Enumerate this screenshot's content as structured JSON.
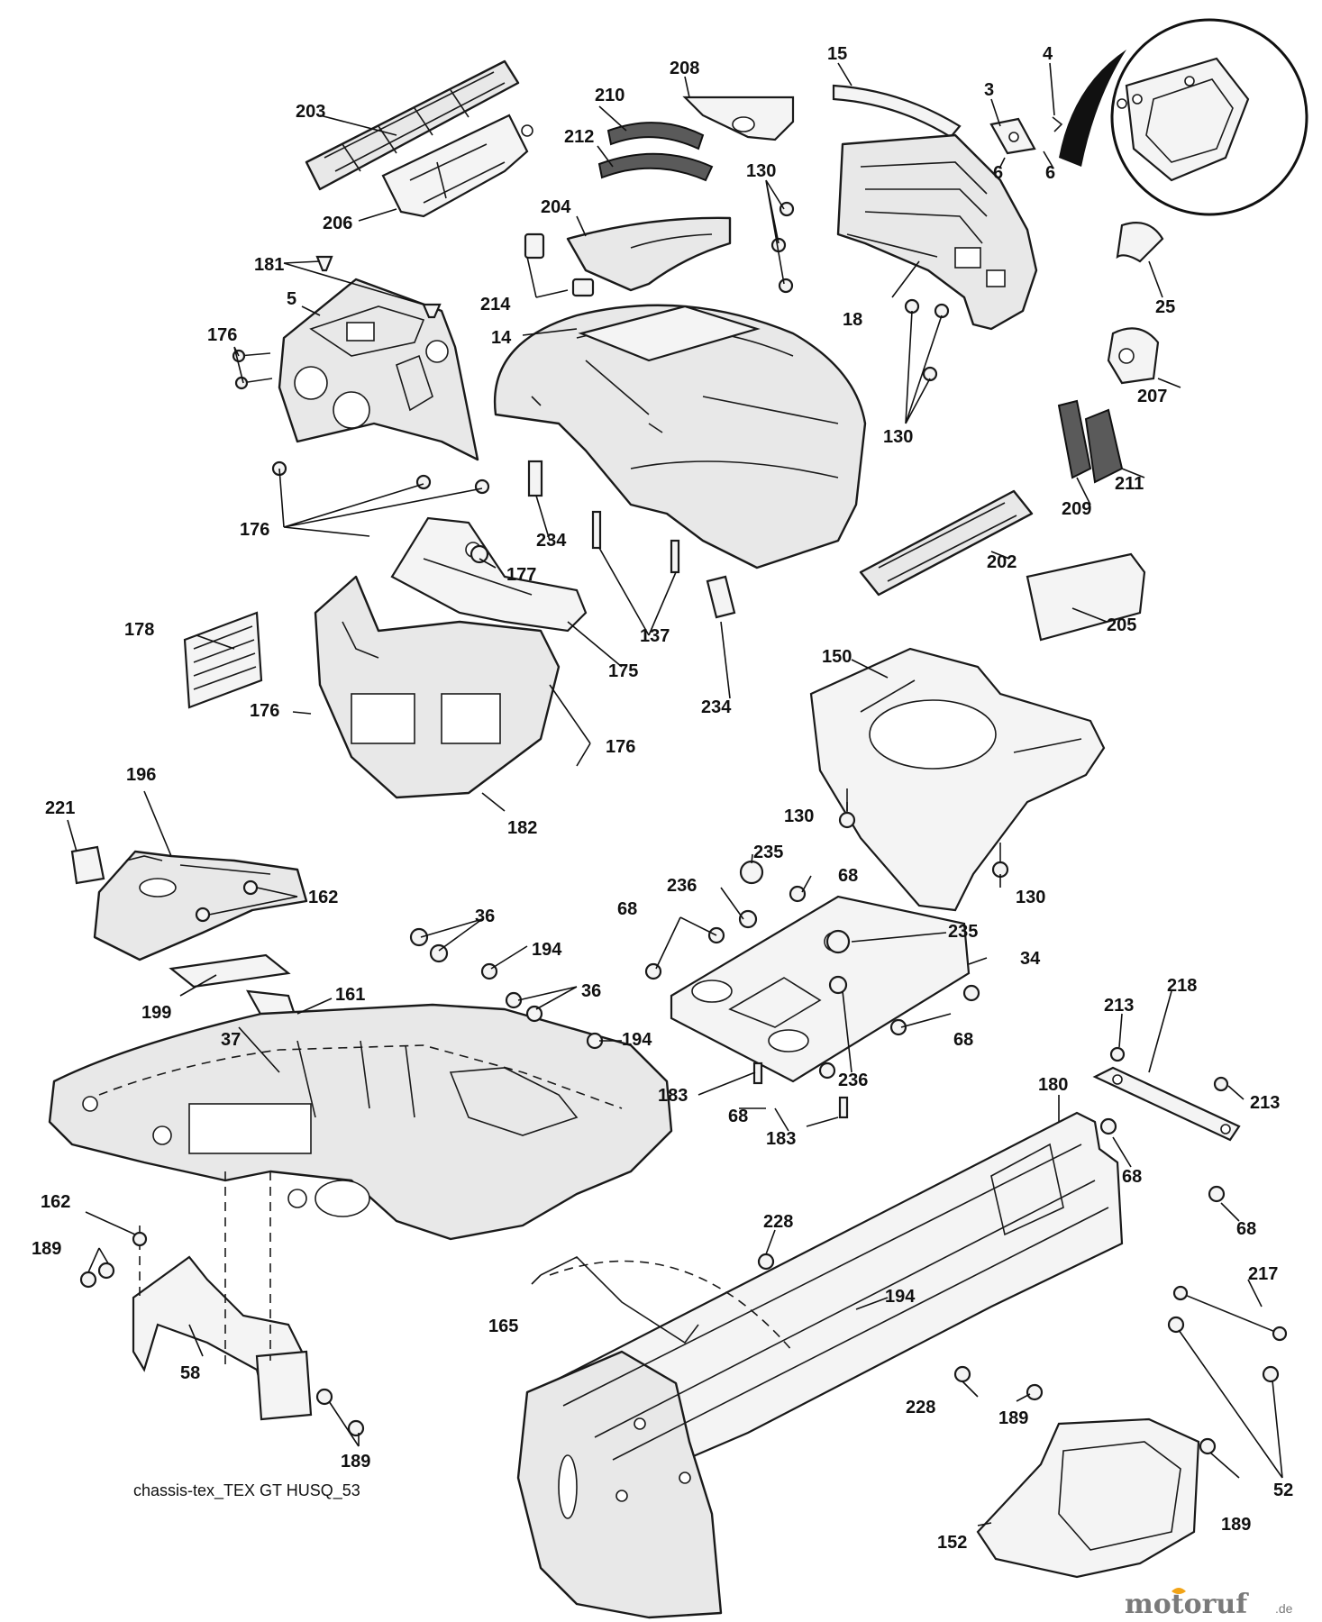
{
  "caption": "chassis-tex_TEX GT HUSQ_53",
  "watermark": {
    "name": "motoruf",
    "suffix": ".de",
    "accent_color": "#f2a417"
  },
  "callouts": {
    "c203": "203",
    "c210": "210",
    "c208": "208",
    "c15": "15",
    "c4": "4",
    "c3": "3",
    "c212": "212",
    "c130a": "130",
    "c6a": "6",
    "c6b": "6",
    "c206": "206",
    "c204": "204",
    "c181": "181",
    "c5": "5",
    "c214": "214",
    "c25": "25",
    "c18": "18",
    "c176a": "176",
    "c14": "14",
    "c207": "207",
    "c130b": "130",
    "c211": "211",
    "c209": "209",
    "c176b": "176",
    "c234a": "234",
    "c177": "177",
    "c202": "202",
    "c178": "178",
    "c137": "137",
    "c205": "205",
    "c176c": "176",
    "c175": "175",
    "c150": "150",
    "c234b": "234",
    "c176d": "176",
    "c196": "196",
    "c221": "221",
    "c182": "182",
    "c130c": "130",
    "c130d": "130",
    "c235a": "235",
    "c162a": "162",
    "c236a": "236",
    "c68a": "68",
    "c68b": "68",
    "c36a": "36",
    "c194a": "194",
    "c235b": "235",
    "c34": "34",
    "c36b": "36",
    "c199": "199",
    "c161": "161",
    "c194b": "194",
    "c37": "37",
    "c68c": "68",
    "c213a": "213",
    "c218": "218",
    "c183a": "183",
    "c236b": "236",
    "c180": "180",
    "c213b": "213",
    "c68d": "68",
    "c183b": "183",
    "c68e": "68",
    "c162b": "162",
    "c68f": "68",
    "c228a": "228",
    "c189a": "189",
    "c194c": "194",
    "c217": "217",
    "c165": "165",
    "c58": "58",
    "c228b": "228",
    "c189b": "189",
    "c189c": "189",
    "c52": "52",
    "c189d": "189",
    "c152": "152"
  }
}
